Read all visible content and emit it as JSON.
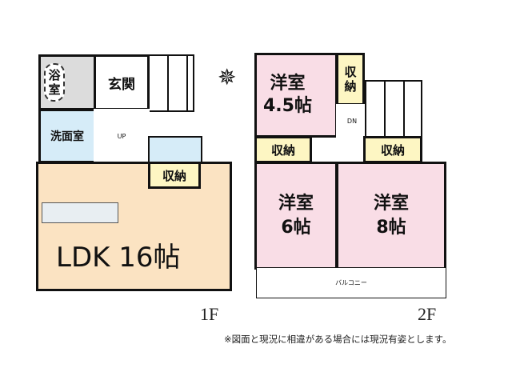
{
  "floor1": {
    "label": "1F",
    "rooms": {
      "bath": "浴室",
      "entrance": "玄関",
      "washroom": "洗面室",
      "storage": "収納",
      "ldk": "LDK 16帖",
      "up": "UP"
    }
  },
  "floor2": {
    "label": "2F",
    "rooms": {
      "western1": "洋室\n4.5帖",
      "storage1": "収納",
      "storage2": "収納",
      "storage3": "収納",
      "western2": "洋室\n6帖",
      "western3": "洋室\n8帖",
      "balcony": "バルコニー",
      "down": "DN"
    }
  },
  "compass": "compass-icon",
  "note": "※図面と現況に相違がある場合には現況有姿とします。",
  "colors": {
    "western": "#f9dde6",
    "storage": "#fdf6c3",
    "wet": "#d6ecf8",
    "ldk": "#fbe3c2"
  }
}
